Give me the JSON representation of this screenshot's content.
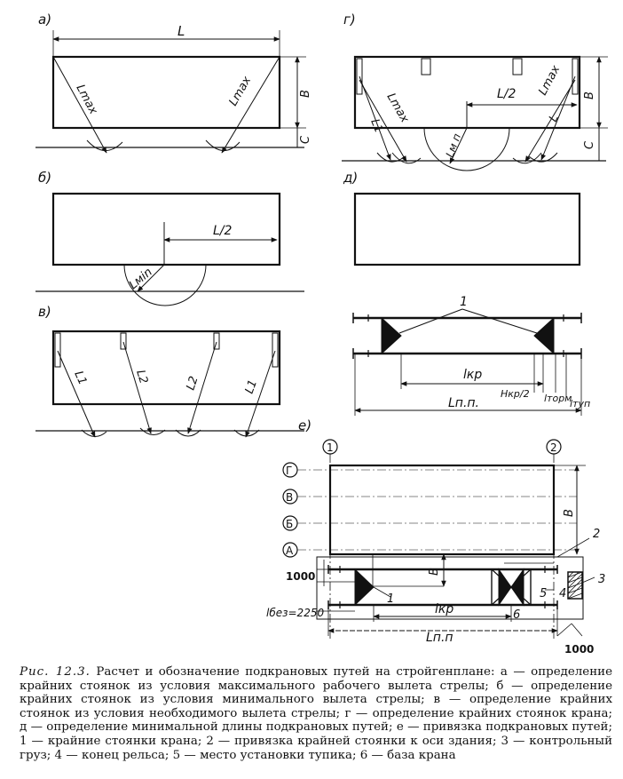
{
  "panels": {
    "a": {
      "tag": "а)",
      "span": "L",
      "lmax_left": "Lmax",
      "lmax_right": "Lmax",
      "dim_b": "B",
      "dim_c": "C"
    },
    "b": {
      "tag": "б)",
      "half": "L/2",
      "lmin": "Lмin"
    },
    "v": {
      "tag": "в)",
      "l1_left": "L1",
      "l2_left": "L2",
      "l2_right": "L2",
      "l1_right": "L1"
    },
    "g": {
      "tag": "г)",
      "l1": "L1",
      "lmax_a": "Lmax",
      "lmax_b": "Lmax",
      "half": "L/2",
      "l_small": "L",
      "lmin": "Lм п",
      "dim_b": "B",
      "dim_c": "C"
    },
    "d": {
      "tag": "д)",
      "callout": "1",
      "lkr": "lкр",
      "lpp": "Lп.п.",
      "hkr": "Hкр/2",
      "ltorm": "lторм",
      "ltup": "lтуп"
    },
    "e": {
      "tag": "е)",
      "axis1": "1",
      "axis2": "2",
      "axisG": "Г",
      "axisV": "В",
      "axisB": "Б",
      "axisA": "А",
      "dim_B1": "В",
      "dim_B2": "В",
      "d1000_top": "1000",
      "d1000_bottom": "1000",
      "lbez": "lбез=2250",
      "lkr": "lкр",
      "lpp": "Lп.п",
      "n1": "1",
      "n2": "2",
      "n3": "3",
      "n4": "4",
      "n5": "5",
      "n6": "6"
    }
  },
  "caption": {
    "prefix": "Рис.   12.3.",
    "title": "Расчет и обозначение подкрановых путей на стройгенплане:",
    "body": "а — определение крайних стоянок из условия максимального рабочего вылета стрелы; б — определение крайних стоянок из условия минимального вылета стрелы; в — определение крайних стоянок из условия необходимого вылета стрелы; г — определение крайних стоянок крана; д — определение минимальной длины подкрановых путей; е — привязка подкрановых путей; 1 — крайние стоянки крана; 2 — привязка крайней стоянки к оси здания; 3 — контрольный груз; 4 — конец рельса; 5 — место установки тупика; 6 — база крана"
  }
}
